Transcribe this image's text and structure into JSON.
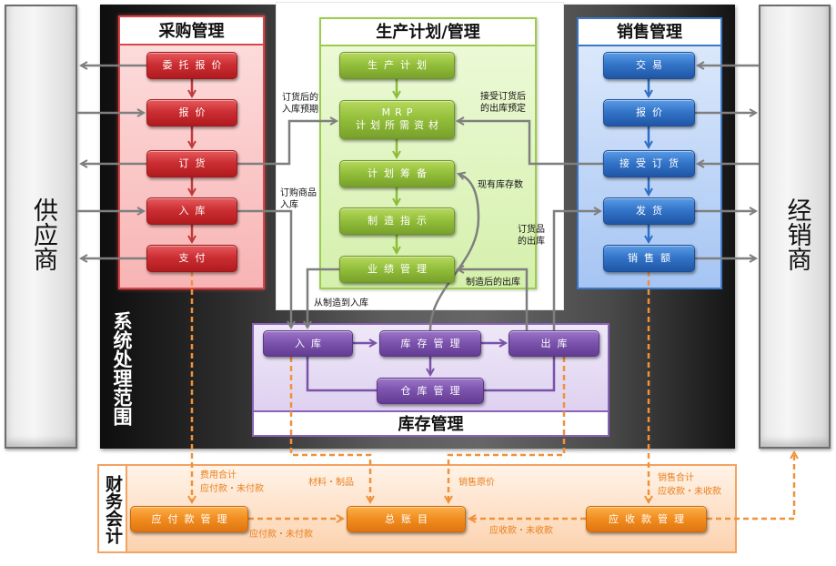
{
  "external": {
    "supplier": "供应商",
    "distributor": "经销商"
  },
  "system_scope_label": "系统处理范围",
  "colors": {
    "purchase": "#cc2f33",
    "production": "#95c03c",
    "sales": "#3475c9",
    "inventory": "#7d54ae",
    "finance": "#f28f22",
    "connector": "#7f7f7f"
  },
  "purchase": {
    "title": "采购管理",
    "steps": [
      "委托报价",
      "报价",
      "订货",
      "入库",
      "支付"
    ]
  },
  "production": {
    "title": "生产计划/管理",
    "steps": [
      "生产计划",
      "计划筹备",
      "制造指示",
      "业绩管理"
    ],
    "mrp": {
      "line1": "MRP",
      "line2": "计划所需资材"
    }
  },
  "sales": {
    "title": "销售管理",
    "steps": [
      "交易",
      "报价",
      "接受订货",
      "发货",
      "销售额"
    ]
  },
  "inventory": {
    "title": "库存管理",
    "steps": {
      "receive": "入库",
      "stock": "库存管理",
      "ship": "出库",
      "warehouse": "仓库管理"
    }
  },
  "finance": {
    "title": "财务会计",
    "steps": {
      "payable": "应付款管理",
      "ledger": "总账目",
      "receivable": "应收款管理"
    }
  },
  "flow_labels": {
    "order_receipt_expected": [
      "订货后的",
      "入库预期"
    ],
    "order_accept_shipment": [
      "接受订货后",
      "的出库预定"
    ],
    "current_stock": "现有库存数",
    "purchased_goods_receipt": [
      "订购商品",
      "入库"
    ],
    "ordered_goods_shipment": [
      "订货品",
      "的出库"
    ],
    "post_manufacture_shipment": "制造后的出库",
    "manufacture_to_receipt": "从制造到入库"
  },
  "finance_labels": {
    "expense_total": [
      "费用合计",
      "应付款・未付款"
    ],
    "materials_products": "材料・制品",
    "cost_of_sales": "销售原价",
    "sales_total": [
      "销售合计",
      "应收款・未收款"
    ],
    "payable_unpaid": "应付款・未付款",
    "receivable_uncollected": "应收款・未收款"
  }
}
